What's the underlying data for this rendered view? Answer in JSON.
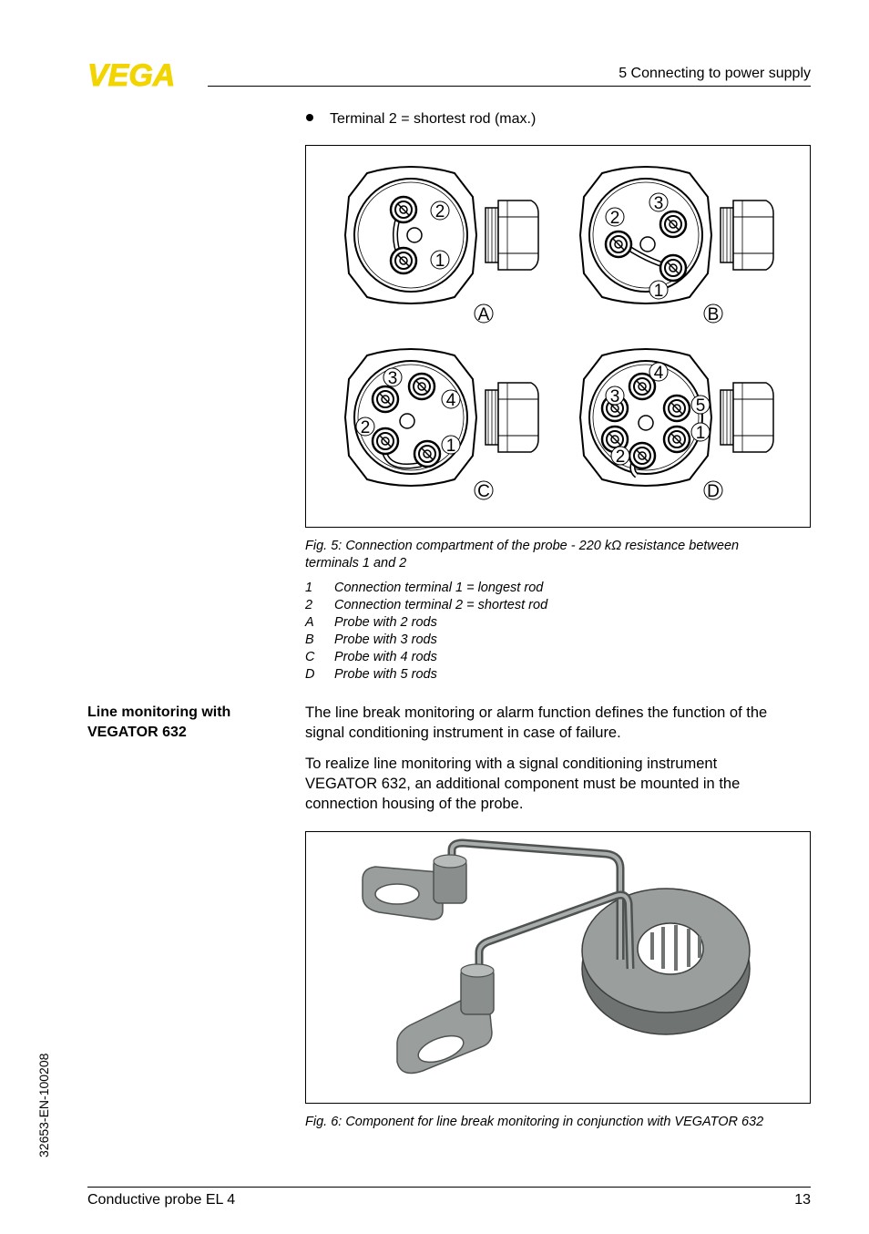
{
  "header": {
    "logo_text": "VEGA",
    "section": "5   Connecting to power supply"
  },
  "bullet_text": "Terminal 2 = shortest rod (max.)",
  "figure5": {
    "panels": [
      {
        "letter": "A",
        "terminals": [
          "2",
          "1"
        ]
      },
      {
        "letter": "B",
        "terminals": [
          "3",
          "2",
          "1"
        ]
      },
      {
        "letter": "C",
        "terminals": [
          "3",
          "4",
          "2",
          "1"
        ]
      },
      {
        "letter": "D",
        "terminals": [
          "4",
          "3",
          "5",
          "1",
          "2"
        ]
      }
    ],
    "caption_line1": "Fig. 5: Connection compartment of the probe - 220 kΩ resistance between",
    "caption_line2": "terminals 1 and 2",
    "legend": [
      {
        "key": "1",
        "text": "Connection terminal 1 = longest rod"
      },
      {
        "key": "2",
        "text": "Connection terminal 2 = shortest rod"
      },
      {
        "key": "A",
        "text": "Probe with 2 rods"
      },
      {
        "key": "B",
        "text": "Probe with 3 rods"
      },
      {
        "key": "C",
        "text": "Probe with 4 rods"
      },
      {
        "key": "D",
        "text": "Probe with 5 rods"
      }
    ]
  },
  "section_heading_line1": "Line monitoring with",
  "section_heading_line2": "VEGATOR 632",
  "paragraphs": [
    "The line break monitoring or alarm function defines the function of the",
    "signal conditioning instrument in case of failure.",
    "To realize line monitoring with a signal conditioning instrument",
    "VEGATOR 632, an additional component must be mounted in the",
    "connection housing of the probe."
  ],
  "figure6_caption": "Fig. 6: Component for line break monitoring in conjunction with VEGATOR 632",
  "footer": {
    "title": "Conductive probe EL 4",
    "page": "13",
    "doc_id": "32653-EN-100208"
  },
  "colors": {
    "logo_yellow": "#f2d400",
    "component_gray": "#9a9e9c"
  }
}
